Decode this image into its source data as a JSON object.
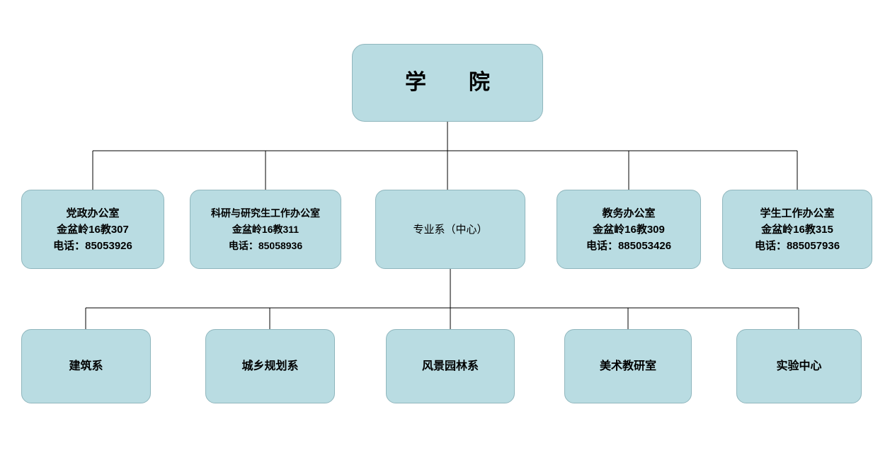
{
  "root": {
    "label": "学　　院"
  },
  "level2": [
    {
      "lines": [
        "党政办公室",
        "金盆岭16教307",
        "电话：85053926"
      ]
    },
    {
      "lines": [
        "科研与研究生工作办公室",
        "金盆岭16教311",
        "电话：85058936"
      ]
    },
    {
      "lines": [
        "专业系（中心）"
      ]
    },
    {
      "lines": [
        "教务办公室",
        "金盆岭16教309",
        "电话：885053426"
      ]
    },
    {
      "lines": [
        "学生工作办公室",
        "金盆岭16教315",
        "电话：885057936"
      ]
    }
  ],
  "level3": [
    {
      "label": "建筑系"
    },
    {
      "label": "城乡规划系"
    },
    {
      "label": "风景园林系"
    },
    {
      "label": "美术教研室"
    },
    {
      "label": "实验中心"
    }
  ],
  "colors": {
    "box_fill": "#b9dce2",
    "box_border": "#8fb6bd",
    "connector": "#000000"
  }
}
